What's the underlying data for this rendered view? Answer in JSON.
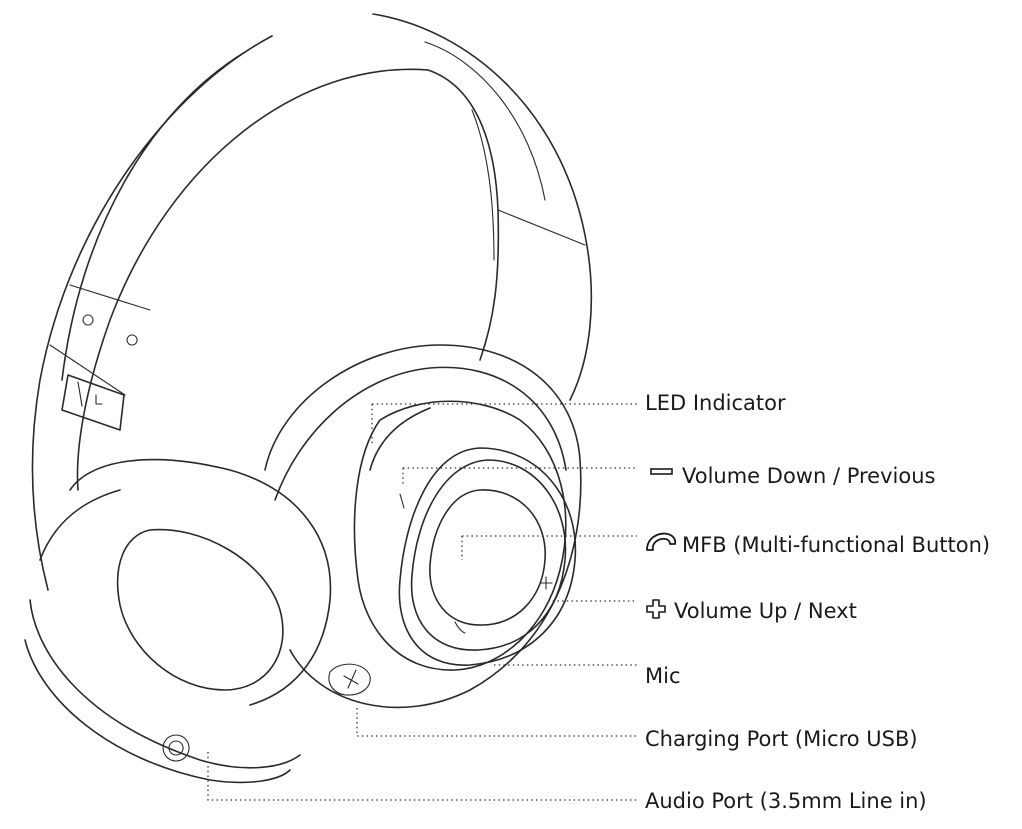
{
  "callouts": [
    {
      "id": "led",
      "text": "LED Indicator",
      "icon": ""
    },
    {
      "id": "vol-down",
      "text": "Volume Down / Previous",
      "icon": "minus-icon"
    },
    {
      "id": "mfb",
      "text": "MFB (Multi-functional Button)",
      "icon": "phone-icon"
    },
    {
      "id": "vol-up",
      "text": "Volume Up / Next",
      "icon": "plus-icon"
    },
    {
      "id": "mic",
      "text": "Mic",
      "icon": ""
    },
    {
      "id": "charging",
      "text": "Charging Port (Micro USB)",
      "icon": ""
    },
    {
      "id": "audio",
      "text": "Audio Port (3.5mm Line in)",
      "icon": ""
    }
  ],
  "colors": {
    "line": "#2a2a2a",
    "text": "#1a1a1a",
    "background": "#ffffff"
  }
}
